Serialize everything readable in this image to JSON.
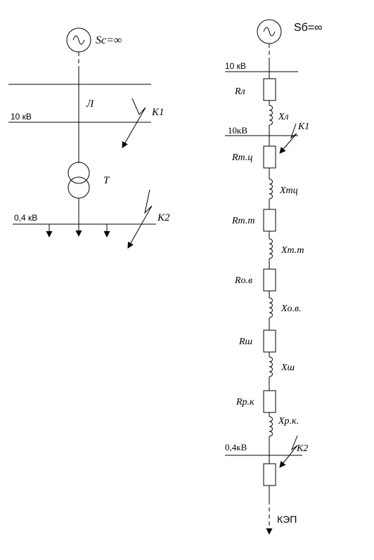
{
  "left_scheme": {
    "source": {
      "label": "Sc=∞"
    },
    "bus_hv": {
      "label": "10 кВ"
    },
    "line": {
      "label": "Л"
    },
    "transformer": {
      "label": "Т"
    },
    "bus_lv": {
      "label": "0,4 кВ"
    },
    "fault_1": {
      "label": "К1"
    },
    "fault_2": {
      "label": "К2"
    }
  },
  "right_scheme": {
    "source": {
      "label": "Sб=∞"
    },
    "bus_hv_top": {
      "label": "10 кВ"
    },
    "resistances": [
      {
        "label": "Rл"
      },
      {
        "label": "Rт.ц"
      },
      {
        "label": "Rт.т"
      },
      {
        "label": "Rо.в"
      },
      {
        "label": "Rш"
      },
      {
        "label": "Rр.к"
      }
    ],
    "reactances": [
      {
        "label": "Xл"
      },
      {
        "label": "Xтц"
      },
      {
        "label": "Xт.т"
      },
      {
        "label": "Xо.в."
      },
      {
        "label": "Xш"
      },
      {
        "label": "Xр.к."
      }
    ],
    "bus_hv_mid": {
      "label": "10кВ"
    },
    "bus_lv": {
      "label": "0,4кВ"
    },
    "fault_1": {
      "label": "К1"
    },
    "fault_2": {
      "label": "К2"
    },
    "consumer": {
      "label": "КЭП"
    }
  }
}
